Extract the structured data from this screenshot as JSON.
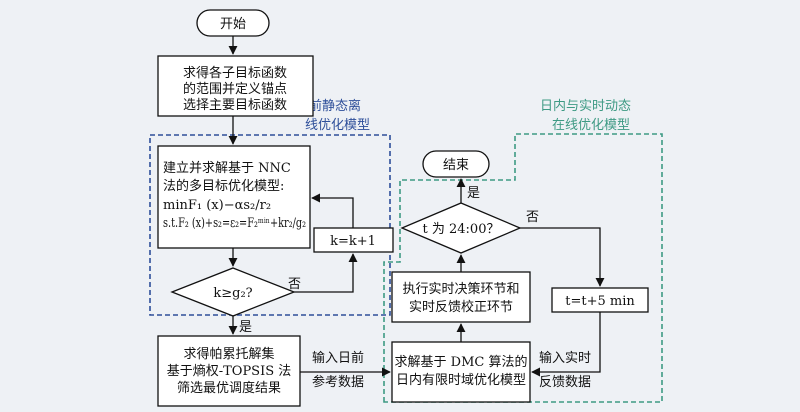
{
  "colors": {
    "background": "#eef1f5",
    "box_fill": "#ffffff",
    "stroke": "#111111",
    "offline_region": "#2e4f9a",
    "online_region": "#3e9a84"
  },
  "regions": {
    "offline": {
      "label_line1": "日前静态离",
      "label_line2": "线优化模型"
    },
    "online": {
      "label_line1": "日内与实时动态",
      "label_line2": "在线优化模型"
    }
  },
  "nodes": {
    "start": {
      "label": "开始"
    },
    "objectives": {
      "lines": [
        "求得各子目标函数",
        "的范围并定义锚点",
        "选择主要目标函数"
      ]
    },
    "nnc_model": {
      "line1": "建立并求解基于 NNC",
      "line2": "法的多目标优化模型:",
      "eq1": "minF₁ (x)−αs₂/r₂",
      "eq2": "s.t.F₂ (x)+s₂=ε₂=F₂ᵐⁱⁿ+kr₂/g₂"
    },
    "k_increment": {
      "label": "k=k+1"
    },
    "k_decision": {
      "label": "k≥g₂?"
    },
    "pareto": {
      "lines": [
        "求得帕累托解集",
        "基于熵权-TOPSIS 法",
        "筛选最优调度结果"
      ]
    },
    "end": {
      "label": "结束"
    },
    "t_decision": {
      "label": "t 为 24:00？"
    },
    "realtime": {
      "lines": [
        "执行实时决策环节和",
        "实时反馈校正环节"
      ]
    },
    "t_increment": {
      "label": "t=t+5 min"
    },
    "dmc": {
      "lines": [
        "求解基于 DMC 算法的",
        "日内有限时域优化模型"
      ]
    }
  },
  "edges": {
    "yes_1": "是",
    "no_1": "否",
    "yes_2": "是",
    "no_2": "否",
    "input_dayahead": {
      "line1": "输入日前",
      "line2": "参考数据"
    },
    "input_realtime": {
      "line1": "输入实时",
      "line2": "反馈数据"
    }
  }
}
